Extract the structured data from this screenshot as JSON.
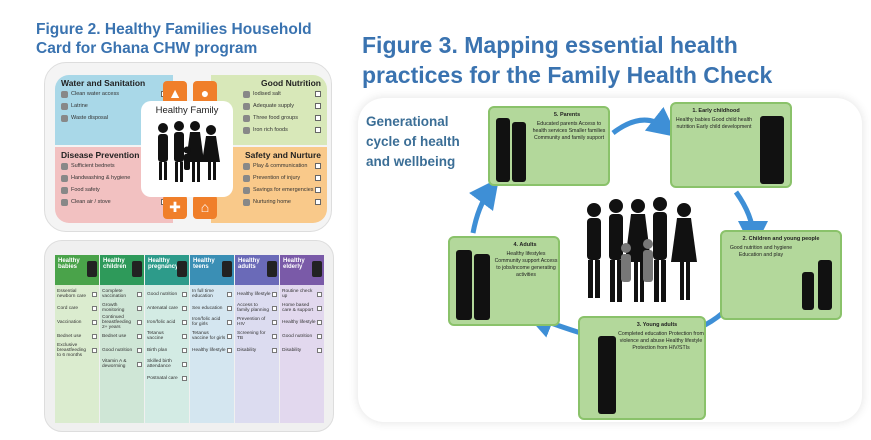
{
  "left": {
    "title": "Figure 2. Healthy Families Household Card for Ghana CHW program",
    "top_card": {
      "center_label": "Healthy Family",
      "water": {
        "title": "Water and Sanitation",
        "items": [
          "Clean water access",
          "Latrine",
          "Waste disposal"
        ]
      },
      "nutrition": {
        "title": "Good Nutrition",
        "items": [
          "Iodised salt",
          "Adequate supply",
          "Three food groups",
          "Iron rich foods"
        ]
      },
      "disease": {
        "title": "Disease Prevention",
        "items": [
          "Sufficient bednets",
          "Handwashing & hygiene",
          "Food safety",
          "Clean air / stove"
        ]
      },
      "safety": {
        "title": "Safety and Nurture",
        "items": [
          "Play & communication",
          "Prevention of injury",
          "Savings for emergencies",
          "Nurturing home"
        ]
      }
    },
    "bottom_card": {
      "stages": [
        {
          "title": "Healthy babies",
          "color": "#4aa34a",
          "items": [
            "Essential newborn care",
            "Cord care",
            "Vaccination",
            "Bednet use",
            "Exclusive breastfeeding to 6 months"
          ]
        },
        {
          "title": "Healthy children",
          "color": "#2e9a5a",
          "items": [
            "Complete vaccination",
            "Growth monitoring",
            "Continued breastfeeding 2+ years",
            "Bednet use",
            "Good nutrition",
            "Vitamin A & deworming"
          ]
        },
        {
          "title": "Healthy pregnancy",
          "color": "#2d9b8a",
          "items": [
            "Good nutrition",
            "Antenatal care",
            "Iron/folic acid",
            "Tetanus vaccine",
            "Birth plan",
            "Skilled birth attendance",
            "Postnatal care"
          ]
        },
        {
          "title": "Healthy teens",
          "color": "#3a8fb5",
          "items": [
            "In full time education",
            "Sex education",
            "Iron/folic acid for girls",
            "Tetanus vaccine for girls",
            "Healthy lifestyle"
          ]
        },
        {
          "title": "Healthy adults",
          "color": "#6a6ab8",
          "items": [
            "Healthy lifestyle",
            "Access to family planning",
            "Prevention of HIV",
            "Screening for TB",
            "Disability"
          ]
        },
        {
          "title": "Healthy elderly",
          "color": "#7a5aa8",
          "items": [
            "Routine check up",
            "Home based care & support",
            "Healthy lifestyle",
            "Good nutrition",
            "Disability"
          ]
        }
      ]
    }
  },
  "right": {
    "title": "Figure 3. Mapping essential health practices for the Family Health Check",
    "cycle_label": "Generational cycle of health and wellbeing",
    "stages": [
      {
        "title": "5. Parents",
        "text": "Educated parents Access to health services Smaller families Community and family support"
      },
      {
        "title": "1. Early childhood",
        "text": "Healthy babies Good child health nutrition Early child development"
      },
      {
        "title": "2. Children and young people",
        "text": "Good nutrition and hygiene Education and play"
      },
      {
        "title": "3. Young adults",
        "text": "Completed education Protection from violence and abuse Healthy lifestyle Protection from HIV/STIs"
      },
      {
        "title": "4. Adults",
        "text": "Healthy lifestyles Community support Access to jobs/income generating activities"
      }
    ]
  },
  "colors": {
    "title_blue": "#3a73b0",
    "cycle_green": "#b3d89b",
    "arrow_blue": "#3e8fd6"
  }
}
